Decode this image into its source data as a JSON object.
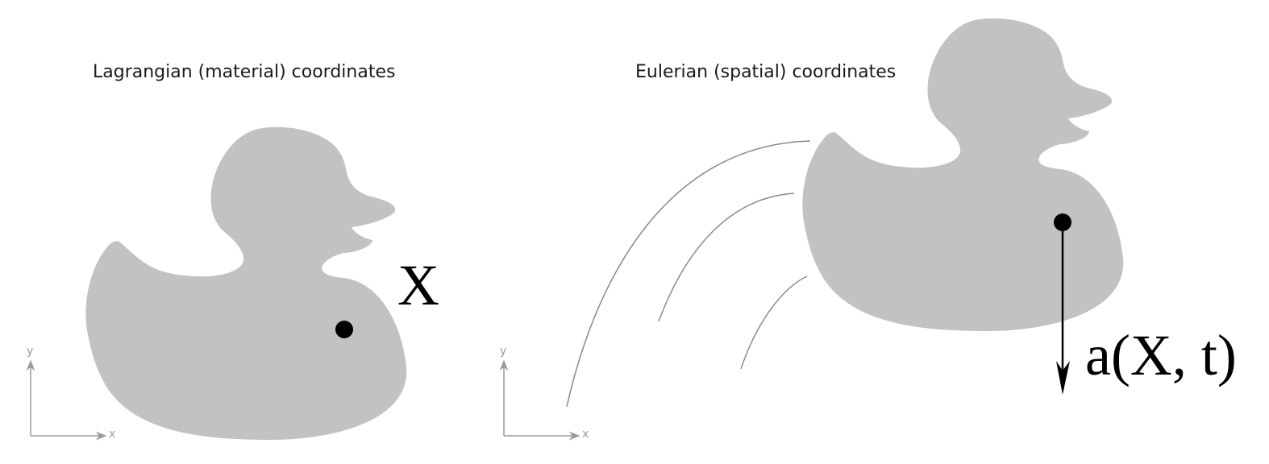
{
  "left_panel": {
    "title": "Lagrangian (material) coordinates",
    "point_label": "X",
    "axes": {
      "x_label": "x",
      "y_label": "y"
    }
  },
  "right_panel": {
    "title": "Eulerian (spatial) coordinates",
    "vector_label": "a(X, t)",
    "axes": {
      "x_label": "x",
      "y_label": "y"
    }
  },
  "colors": {
    "duck_fill": "#c2c2c2",
    "point": "#000000",
    "axis": "#9a9a9a",
    "motion_lines": "#8a8a8a",
    "text": "#1a1a1a"
  },
  "icons": {
    "body": "rubber-duck-icon",
    "motion": "motion-lines-icon",
    "vector": "arrow-down-icon"
  }
}
